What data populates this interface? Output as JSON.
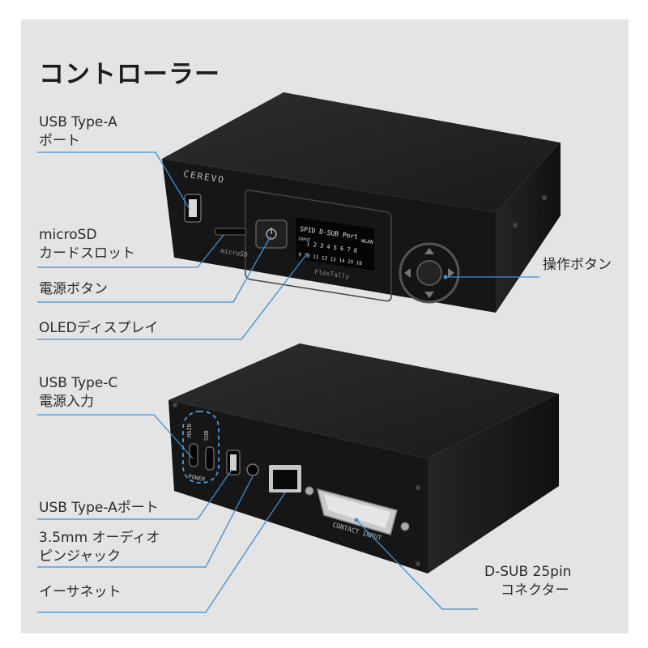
{
  "title": "コントローラー",
  "callouts": {
    "usb_type_a_1": "USB Type-A",
    "usb_type_a_2": "ポート",
    "microsd_1": "microSD",
    "microsd_2": "カードスロット",
    "power_button": "電源ボタン",
    "oled_display": "OLEDディスプレイ",
    "control_buttons": "操作ボタン",
    "usb_type_c_1": "USB Type-C",
    "usb_type_c_2": "電源入力",
    "usb_type_a_port": "USB Type-Aポート",
    "audio_jack_1": "3.5mm オーディオ",
    "audio_jack_2": "ピンジャック",
    "ethernet": "イーサネット",
    "dsub_1": "D-SUB 25pin",
    "dsub_2": "コネクター"
  },
  "device_front": {
    "brand": "CEREVO",
    "microsd_label": "microSD",
    "oled_line1": "SPID D-SUB Port",
    "oled_wlan": "WLAN",
    "oled_input": "INPUT",
    "oled_row1": "1 2 3 4 5 6 7 8",
    "oled_row2": "9 10 11 12 13 14 15 16",
    "product_name": "FlexTally"
  },
  "device_back": {
    "main_label": "MAIN",
    "sub_label": "SUB",
    "power_label": "POWER",
    "contact_input_label": "CONTACT INPUT"
  },
  "colors": {
    "leader_line": "#3d8fd0",
    "device_body": "#1e1e1e",
    "background": "#e4e4e4"
  }
}
